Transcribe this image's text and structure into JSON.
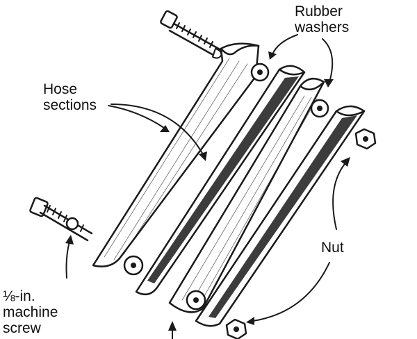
{
  "labels": {
    "rubber_washers_line1": "Rubber",
    "rubber_washers_line2": "washers",
    "hose_sections_line1": "Hose",
    "hose_sections_line2": "sections",
    "nut": "Nut",
    "machine_screw_line1": "⅛-in.",
    "machine_screw_line2": "machine",
    "machine_screw_line3": "screw"
  },
  "colors": {
    "ink": "#1a1a1a",
    "paper": "#ffffff"
  }
}
